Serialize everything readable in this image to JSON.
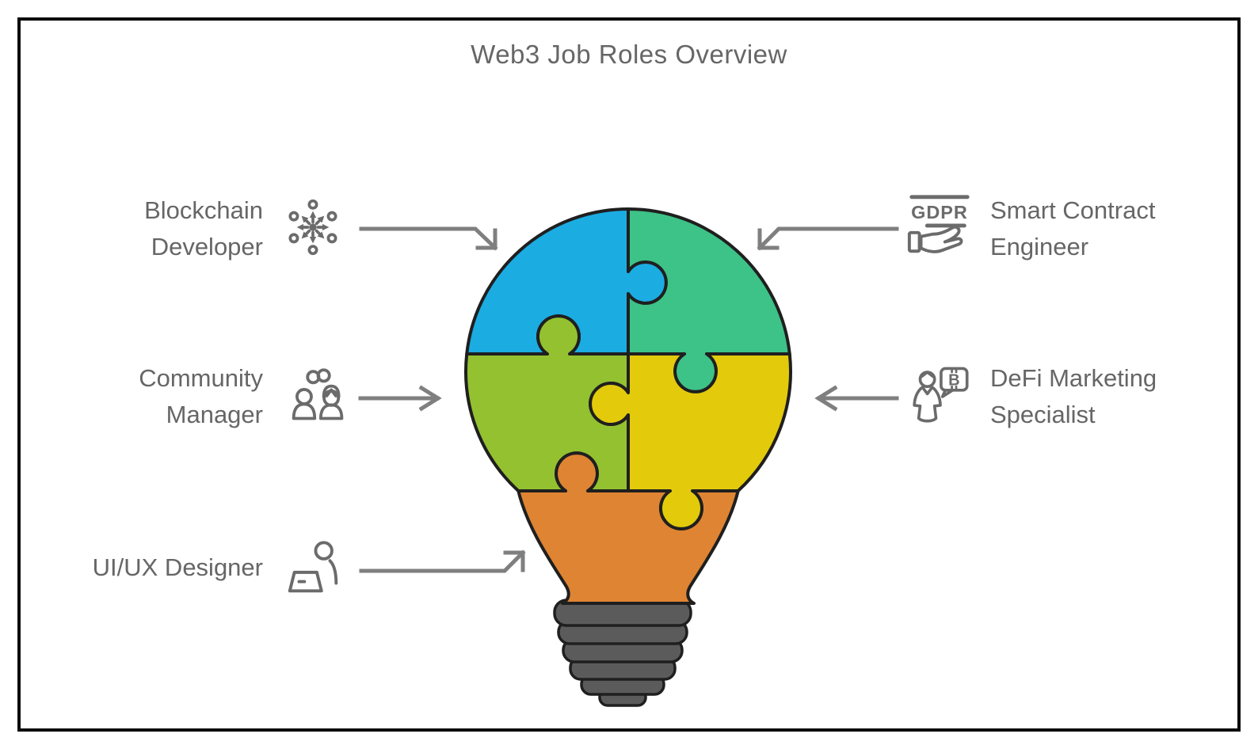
{
  "title": "Web3 Job Roles Overview",
  "roles": [
    {
      "name": "Blockchain Developer",
      "line1": "Blockchain",
      "line2": "Developer",
      "icon": "decentralized-network-icon",
      "puzzle_piece": "top-left",
      "puzzle_color": "#1BACE2"
    },
    {
      "name": "Smart Contract Engineer",
      "line1": "Smart Contract",
      "line2": "Engineer",
      "icon": "gdpr-hand-icon",
      "puzzle_piece": "top-right",
      "puzzle_color": "#3DC287"
    },
    {
      "name": "Community Manager",
      "line1": "Community",
      "line2": "Manager",
      "icon": "community-people-icon",
      "puzzle_piece": "middle-left",
      "puzzle_color": "#94C130"
    },
    {
      "name": "DeFi Marketing Specialist",
      "line1": "DeFi Marketing",
      "line2": "Specialist",
      "icon": "marketer-bitcoin-chat-icon",
      "puzzle_piece": "middle-right",
      "puzzle_color": "#E3CB0C"
    },
    {
      "name": "UI/UX Designer",
      "line1": "UI/UX Designer",
      "line2": "",
      "icon": "designer-at-laptop-icon",
      "puzzle_piece": "bulb-base",
      "puzzle_color": "#DF8432"
    }
  ],
  "icons": {
    "gdpr_label": "GDPR",
    "defi_bubble_letter": "B",
    "bitcoin_symbol": "₿"
  },
  "colors": {
    "blue": "#1BACE2",
    "green": "#3DC287",
    "lime": "#94C130",
    "yellow": "#E3CB0C",
    "orange": "#DF8432",
    "screw_gray": "#5B5B5B",
    "outline": "#1F1F1F",
    "arrow_gray": "#7F7F7F",
    "text_gray": "#666666"
  }
}
